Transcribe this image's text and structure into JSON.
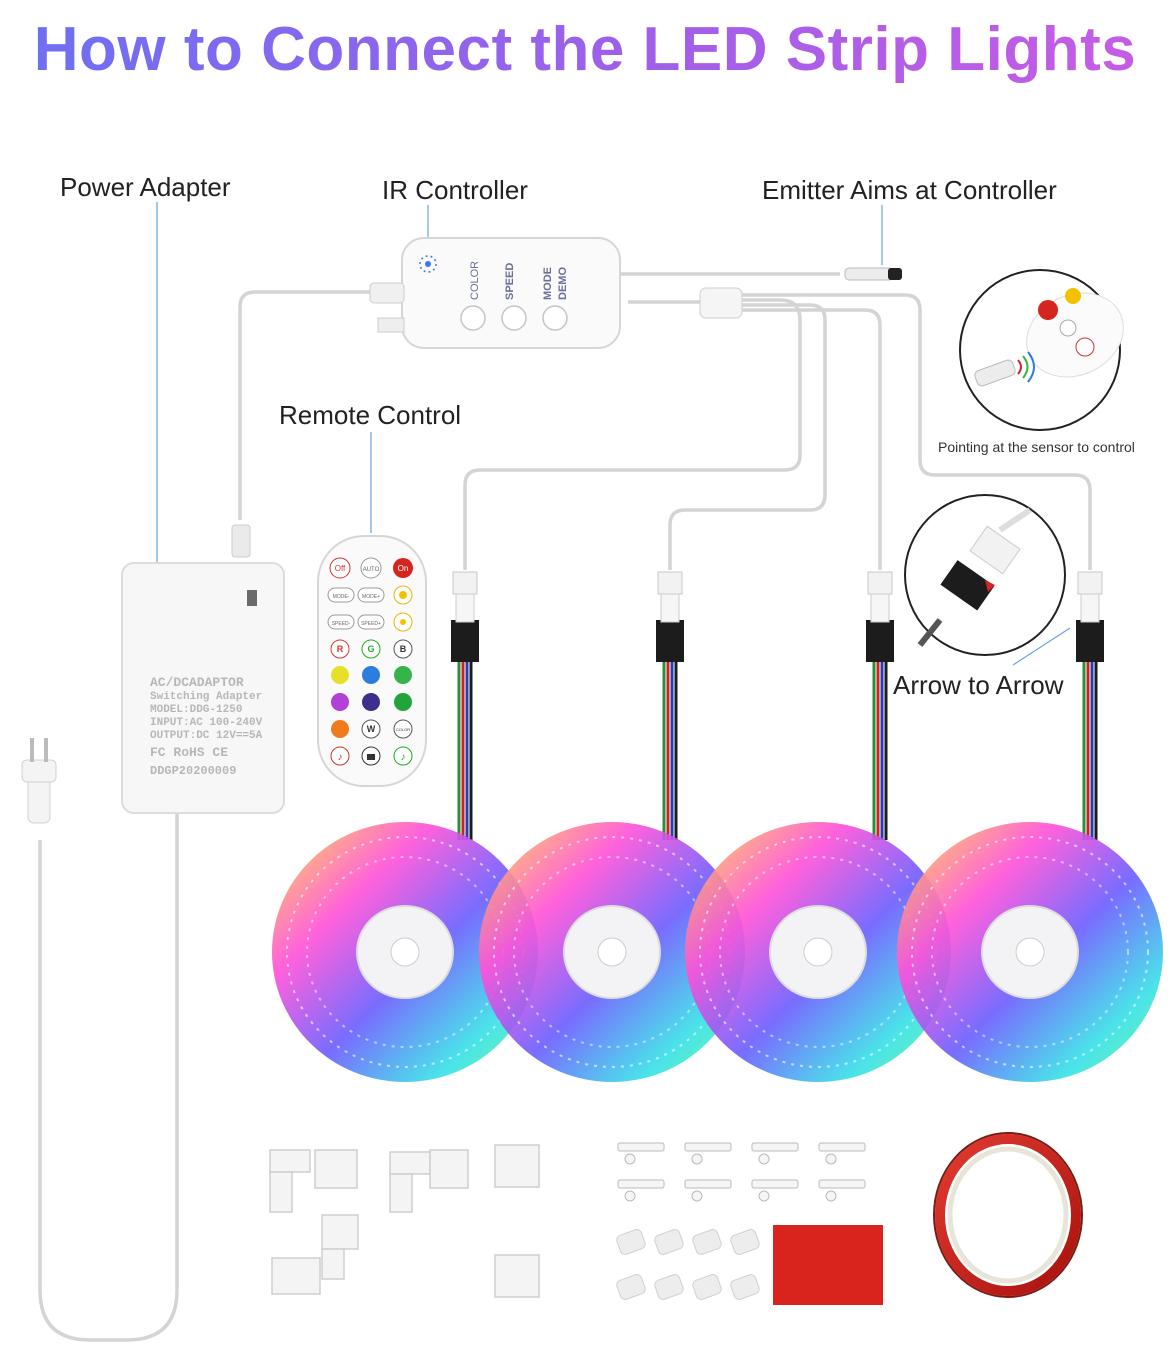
{
  "title": "How to Connect the LED Strip Lights",
  "labels": {
    "power_adapter": "Power Adapter",
    "ir_controller": "IR Controller",
    "emitter": "Emitter Aims at Controller",
    "remote_control": "Remote Control",
    "pointing": "Pointing at the sensor to control",
    "arrow_to_arrow": "Arrow to Arrow"
  },
  "adapter_label": {
    "line1": "AC/DCADAPTOR",
    "line2": "Switching Adapter",
    "line3": "MODEL:DDG-1250",
    "line4": "INPUT:AC 100-240V",
    "line5": "OUTPUT:DC 12V==5A",
    "line6": "FC RoHS CE",
    "line7": "DDGP20200009"
  },
  "controller_buttons": {
    "color": "COLOR",
    "speed": "SPEED",
    "mode": "MODE",
    "demo": "DEMO"
  },
  "remote_buttons": {
    "off": "Off",
    "auto": "AUTO",
    "on": "On",
    "mode_down": "MODE-",
    "mode_up": "MODE+",
    "speed_down": "SPEED-",
    "speed_up": "SPEED+",
    "r": "R",
    "g": "G",
    "b": "B",
    "w": "W",
    "color": "COLOR"
  },
  "colors": {
    "title_start": "#6f6ff2",
    "title_end": "#c65ce6",
    "cable": "#d9d9d9",
    "connector": "#1c1c1c",
    "tape_red": "#d9241d"
  }
}
